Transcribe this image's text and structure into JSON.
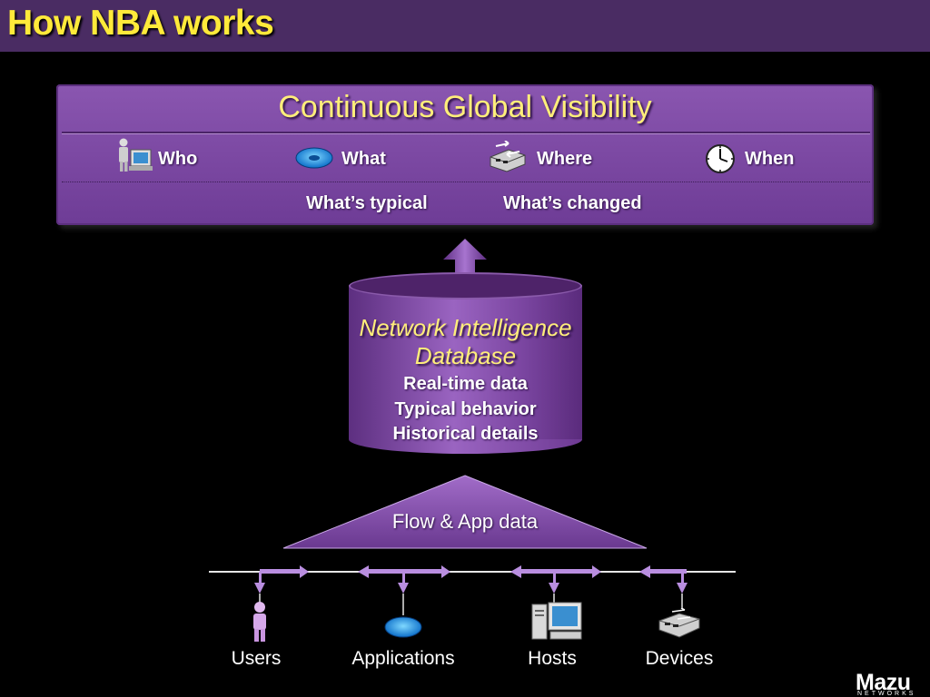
{
  "slide": {
    "title": "How NBA works"
  },
  "visibility": {
    "title": "Continuous Global Visibility",
    "dimensions": [
      {
        "label": "Who",
        "icon": "person-computer-icon"
      },
      {
        "label": "What",
        "icon": "application-disc-icon"
      },
      {
        "label": "Where",
        "icon": "network-switch-icon"
      },
      {
        "label": "When",
        "icon": "clock-icon"
      }
    ],
    "insights": [
      "What’s typical",
      "What’s changed"
    ]
  },
  "database": {
    "title_line1": "Network Intelligence",
    "title_line2": "Database",
    "items": [
      "Real-time data",
      "Typical behavior",
      "Historical details"
    ]
  },
  "collector": {
    "label": "Flow & App data"
  },
  "sources": [
    {
      "label": "Users",
      "icon": "user-icon"
    },
    {
      "label": "Applications",
      "icon": "application-disc-icon"
    },
    {
      "label": "Hosts",
      "icon": "host-computer-icon"
    },
    {
      "label": "Devices",
      "icon": "network-device-icon"
    }
  ],
  "logo": {
    "name": "Mazu",
    "tagline": "NETWORKS"
  },
  "colors": {
    "title_yellow": "#ffea3a",
    "panel_purple": "#7a45a0",
    "arrow_lilac": "#b98ee0"
  }
}
